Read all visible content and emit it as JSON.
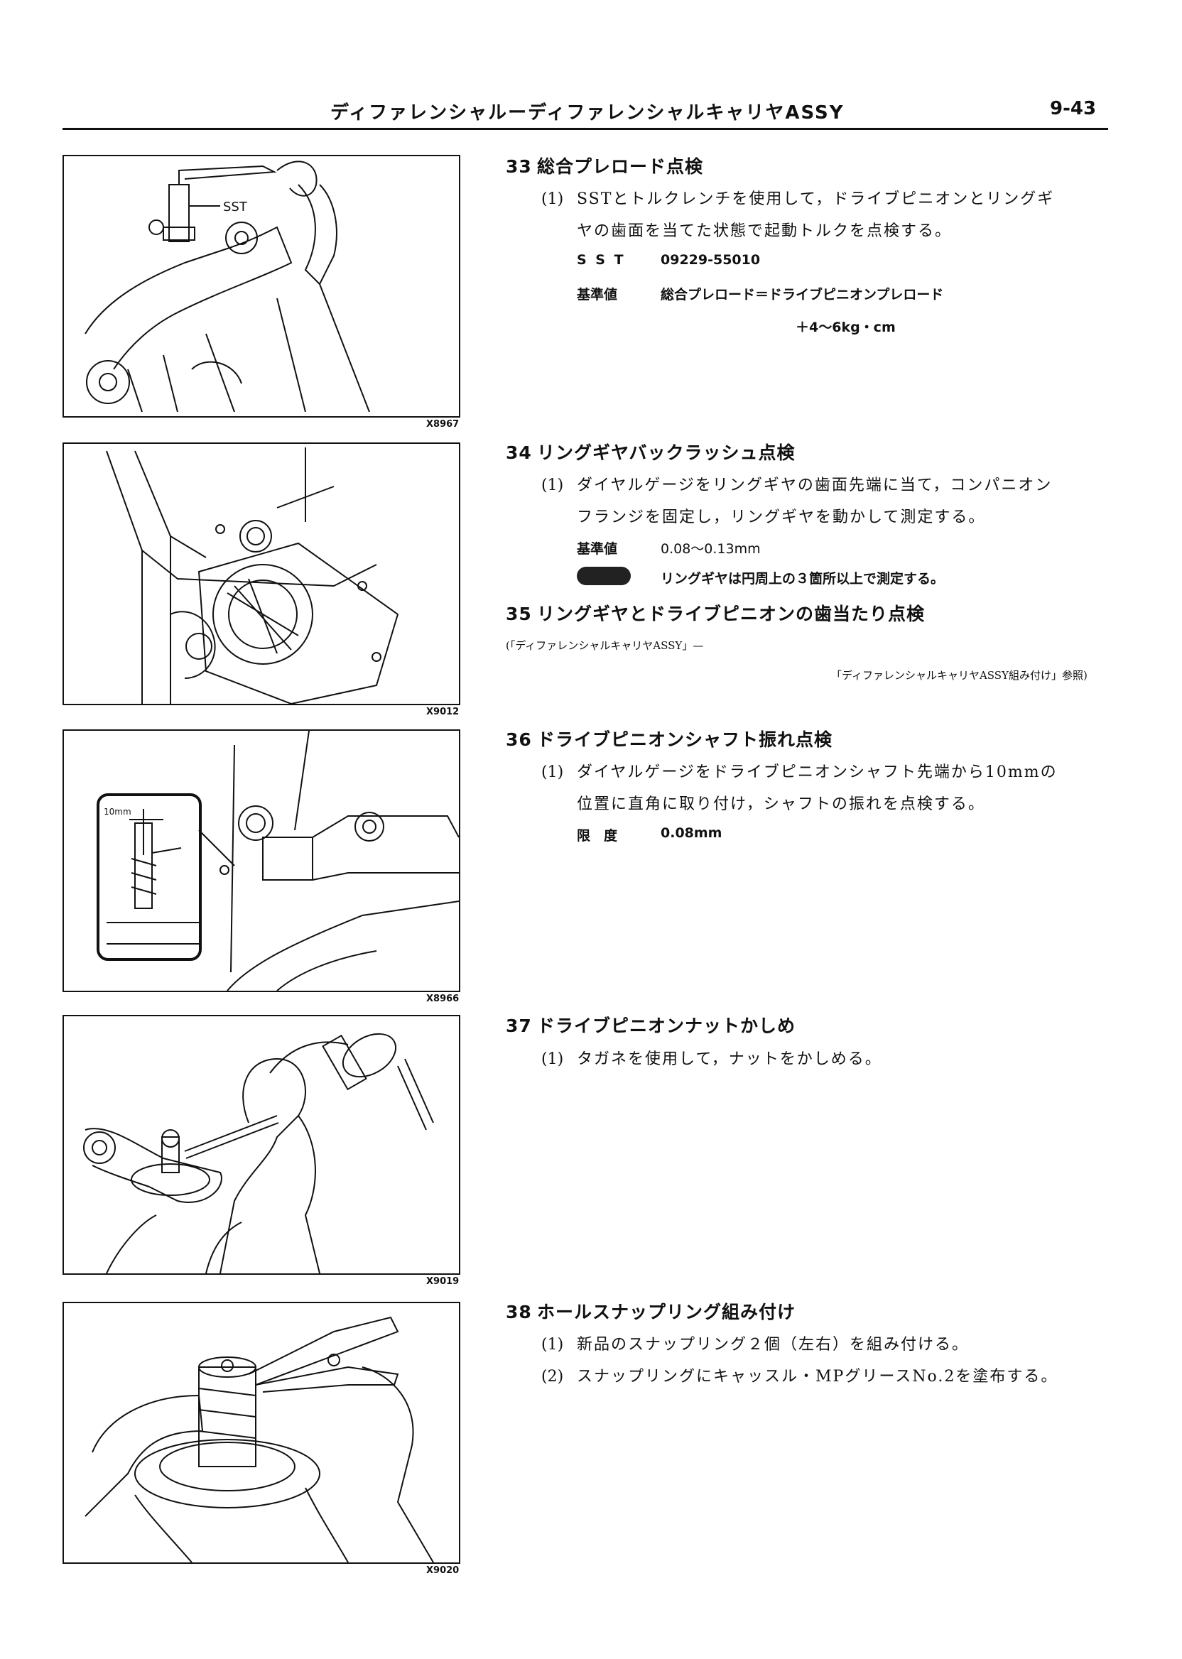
{
  "header": {
    "title": "ディファレンシャルーディファレンシャルキャリヤASSY",
    "page": "9-43"
  },
  "figures": [
    {
      "id": "X8967",
      "callout": "SST"
    },
    {
      "id": "X9012"
    },
    {
      "id": "X8966",
      "inset_label": "10mm"
    },
    {
      "id": "X9019"
    },
    {
      "id": "X9020"
    }
  ],
  "sections": {
    "s33": {
      "num": "33",
      "title": "総合プレロード点検",
      "step1_num": "(1)",
      "step1_line1": "SSTとトルクレンチを使用して，ドライブピニオンとリングギ",
      "step1_line2": "ヤの歯面を当てた状態で起動トルクを点検する。",
      "sst_label": "S S T",
      "sst_value": "09229-55010",
      "std_label": "基準値",
      "std_value_line1": "総合プレロード＝ドライブピニオンプレロード",
      "std_value_line2": "＋4～6kg・cm"
    },
    "s34": {
      "num": "34",
      "title": "リングギヤバックラッシュ点検",
      "step1_num": "(1)",
      "step1_line1": "ダイヤルゲージをリングギヤの歯面先端に当て，コンパニオン",
      "step1_line2": "フランジを固定し，リングギヤを動かして測定する。",
      "std_label": "基準値",
      "std_value": "0.08～0.13mm",
      "hint": "リングギヤは円周上の３箇所以上で測定する。"
    },
    "s35": {
      "num": "35",
      "title": "リングギヤとドライブピニオンの歯当たり点検",
      "ref_line1": "(「ディファレンシャルキャリヤASSY」—",
      "ref_line2": "「ディファレンシャルキャリヤASSY組み付け」参照)"
    },
    "s36": {
      "num": "36",
      "title": "ドライブピニオンシャフト振れ点検",
      "step1_num": "(1)",
      "step1_line1": "ダイヤルゲージをドライブピニオンシャフト先端から10mmの",
      "step1_line2": "位置に直角に取り付け，シャフトの振れを点検する。",
      "limit_label": "限　度",
      "limit_value": "0.08mm"
    },
    "s37": {
      "num": "37",
      "title": "ドライブピニオンナットかしめ",
      "step1_num": "(1)",
      "step1_line1": "タガネを使用して，ナットをかしめる。"
    },
    "s38": {
      "num": "38",
      "title": "ホールスナップリング組み付け",
      "step1_num": "(1)",
      "step1_line1": "新品のスナップリング２個（左右）を組み付ける。",
      "step2_num": "(2)",
      "step2_line1": "スナップリングにキャッスル・MPグリースNo.2を塗布する。"
    }
  }
}
